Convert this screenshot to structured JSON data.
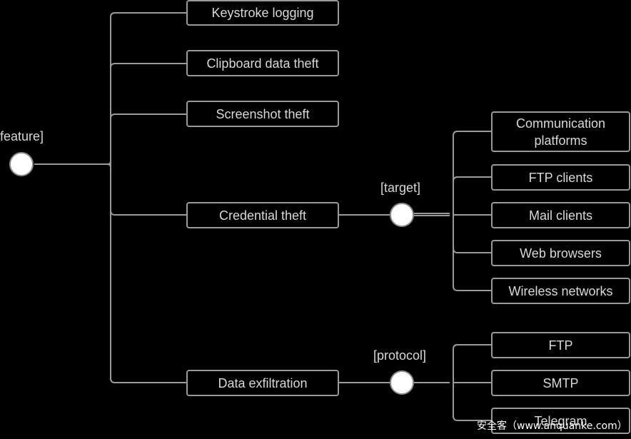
{
  "root": {
    "label": "feature]"
  },
  "features": [
    "Keystroke logging",
    "Clipboard data theft",
    "Screenshot theft",
    "Credential theft",
    "Data exfiltration"
  ],
  "target_group": {
    "label": "[target]",
    "items": [
      "Communication platforms",
      "FTP clients",
      "Mail clients",
      "Web browsers",
      "Wireless networks"
    ]
  },
  "protocol_group": {
    "label": "[protocol]",
    "items": [
      "FTP",
      "SMTP",
      "Telegram"
    ]
  },
  "watermark": "安全客（www.anquanke.com）",
  "colors": {
    "background": "#000000",
    "line": "#9a9a9a",
    "node": "#ffffff",
    "text": "#d8d8d8"
  }
}
